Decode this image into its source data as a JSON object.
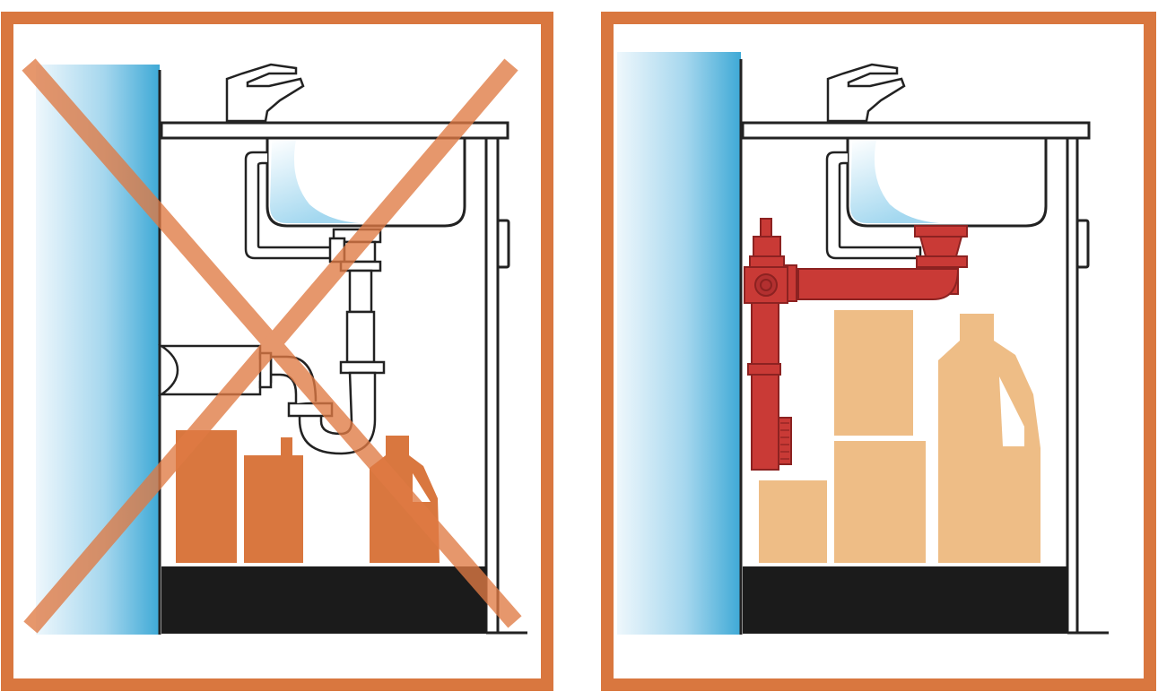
{
  "panels": [
    {
      "id": "left",
      "verdict": "incorrect",
      "siphon": "traditional-p-trap"
    },
    {
      "id": "right",
      "verdict": "correct",
      "siphon": "space-saving-siphon"
    }
  ],
  "colors": {
    "frame": "#d9773f",
    "cross": "#e07a44",
    "wall_light": "#eef7fc",
    "wall_dark": "#3ea9d6",
    "plinth": "#1b1b1b",
    "outline": "#222222",
    "bottles_left": "#d9773f",
    "boxes_right": "#eebd86",
    "siphon_red": "#c93a36",
    "siphon_red_dark": "#8c2221",
    "water": "#9fd6ef"
  }
}
